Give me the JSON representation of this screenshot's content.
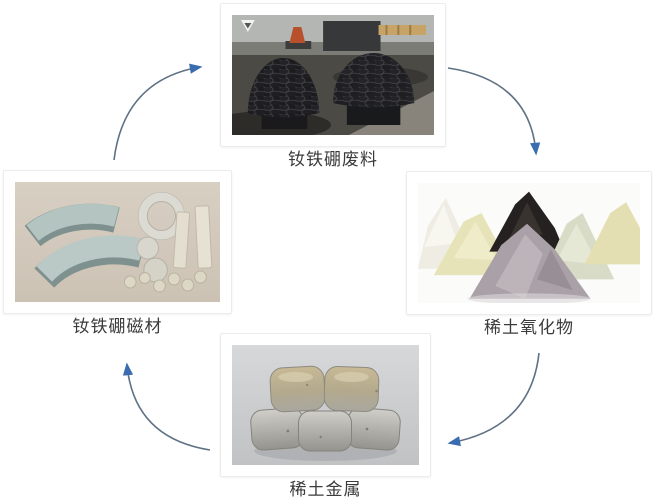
{
  "nodes": {
    "waste": {
      "label": "钕铁硼废料",
      "photo": "two dome-shaped piles of black bagged NdFeB scrap in a factory yard"
    },
    "oxide": {
      "label": "稀土氧化物",
      "photo": "piles of rare-earth oxide powders in white, cream, black, sage and grey-violet"
    },
    "metal": {
      "label": "稀土金属",
      "photo": "five silvery rare-earth metal ingots stacked in a pyramid"
    },
    "magnet": {
      "label": "钕铁硼磁材",
      "photo": "assorted NdFeB magnets: arc segments, a ring, discs and bars on a beige surface"
    }
  },
  "arrows": [
    {
      "from": "钕铁硼磁材",
      "to": "钕铁硼废料"
    },
    {
      "from": "钕铁硼废料",
      "to": "稀土氧化物"
    },
    {
      "from": "稀土氧化物",
      "to": "稀土金属"
    },
    {
      "from": "稀土金属",
      "to": "钕铁硼磁材"
    }
  ],
  "colors": {
    "arrow_line": "#5f7285",
    "arrow_head": "#3a6cb0",
    "label_text": "#3b3b3b",
    "background": "#ffffff"
  }
}
